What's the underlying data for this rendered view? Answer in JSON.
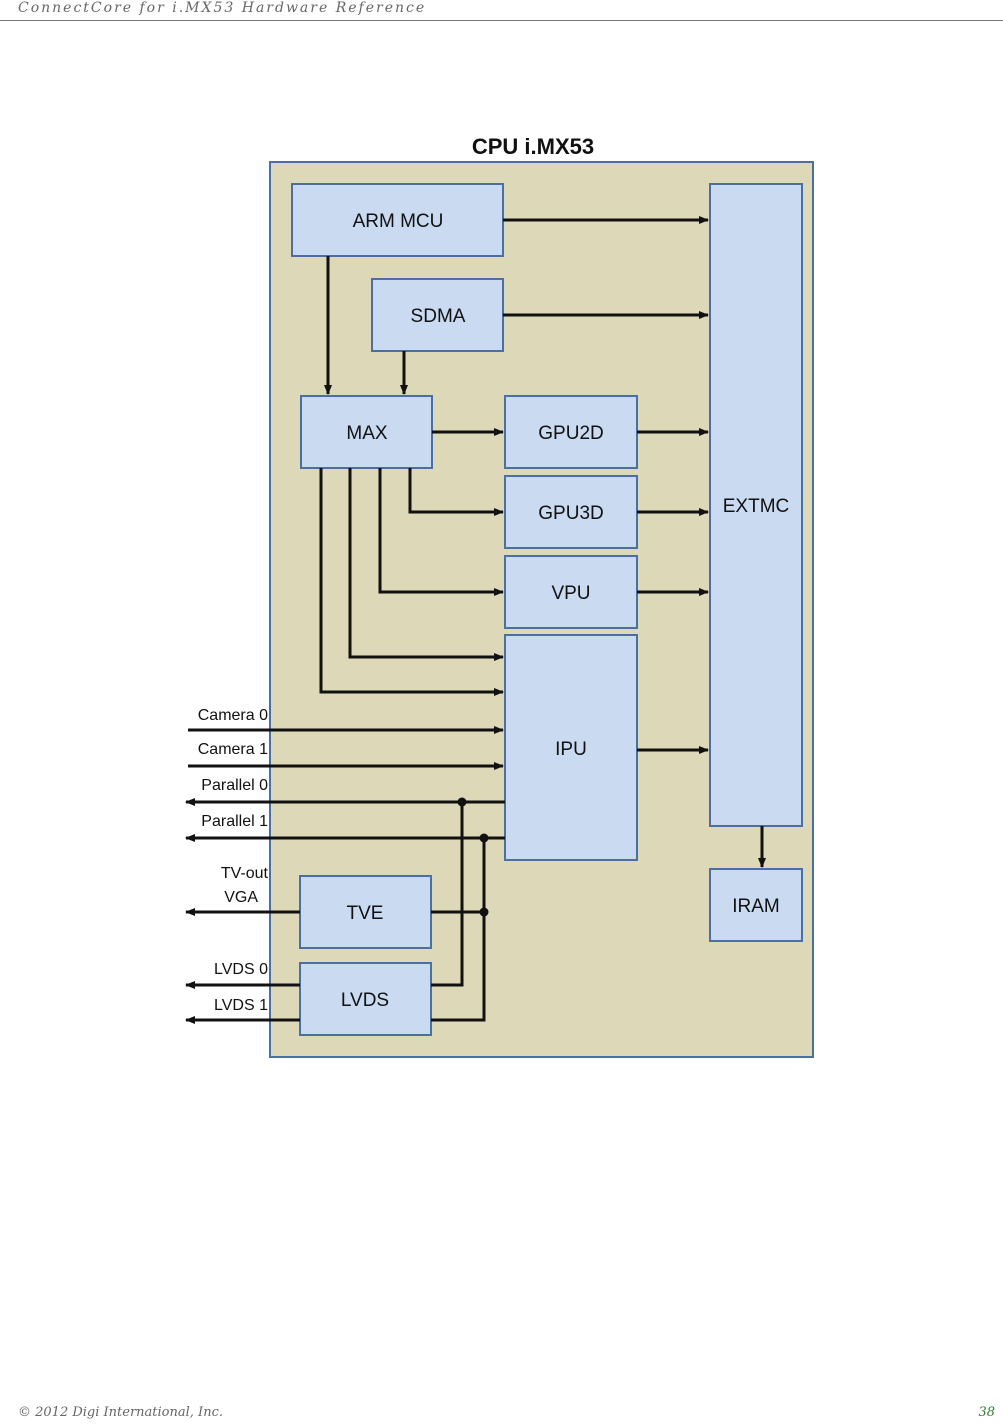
{
  "page": {
    "running_header": "ConnectCore for i.MX53 Hardware Reference",
    "footer_copyright": "© 2012 Digi International, Inc.",
    "page_number": "38"
  },
  "diagram": {
    "title": "CPU i.MX53",
    "blocks": {
      "arm_mcu": "ARM MCU",
      "sdma": "SDMA",
      "max": "MAX",
      "gpu2d": "GPU2D",
      "gpu3d": "GPU3D",
      "vpu": "VPU",
      "ipu": "IPU",
      "extmc": "EXTMC",
      "iram": "IRAM",
      "tve": "TVE",
      "lvds": "LVDS"
    },
    "external_signals": {
      "camera0": "Camera 0",
      "camera1": "Camera 1",
      "parallel0": "Parallel 0",
      "parallel1": "Parallel 1",
      "tvout": "TV-out",
      "vga": "VGA",
      "lvds0": "LVDS 0",
      "lvds1": "LVDS 1"
    },
    "colors": {
      "chip_fill": "#ddd8b8",
      "chip_border": "#4a6fa5",
      "block_fill": "#c9daf1",
      "block_border": "#4a6fa5",
      "line": "#111111"
    }
  }
}
